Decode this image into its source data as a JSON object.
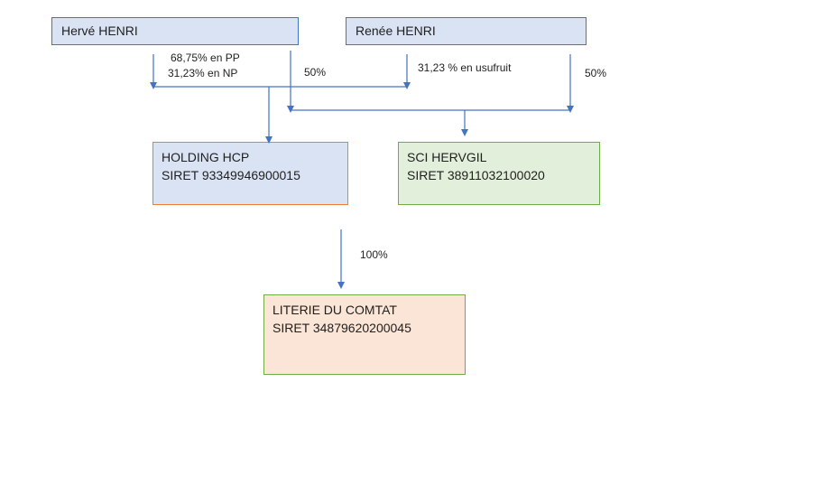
{
  "persons": {
    "herve": {
      "name": "Hervé HENRI"
    },
    "renee": {
      "name": "Renée HENRI"
    }
  },
  "entities": {
    "holding": {
      "name": "HOLDING HCP",
      "siret": "SIRET 93349946900015",
      "fill": "#dae3f3",
      "border": "#ed7d31"
    },
    "sci": {
      "name": "SCI HERVGIL",
      "siret": "SIRET 38911032100020",
      "fill": "#e2efda",
      "border": "#70ad47"
    },
    "literie": {
      "name": "LITERIE DU COMTAT",
      "siret": "SIRET 34879620200045",
      "fill": "#fbe5d6",
      "border": "#70ad47"
    }
  },
  "labels": {
    "herve_pp": "68,75% en PP",
    "herve_np": "31,23% en NP",
    "herve_sci": "50%",
    "renee_usufruit": "31,23 % en usufruit",
    "renee_sci": "50%",
    "holding_literie": "100%"
  },
  "colors": {
    "connector": "#4472c4"
  }
}
